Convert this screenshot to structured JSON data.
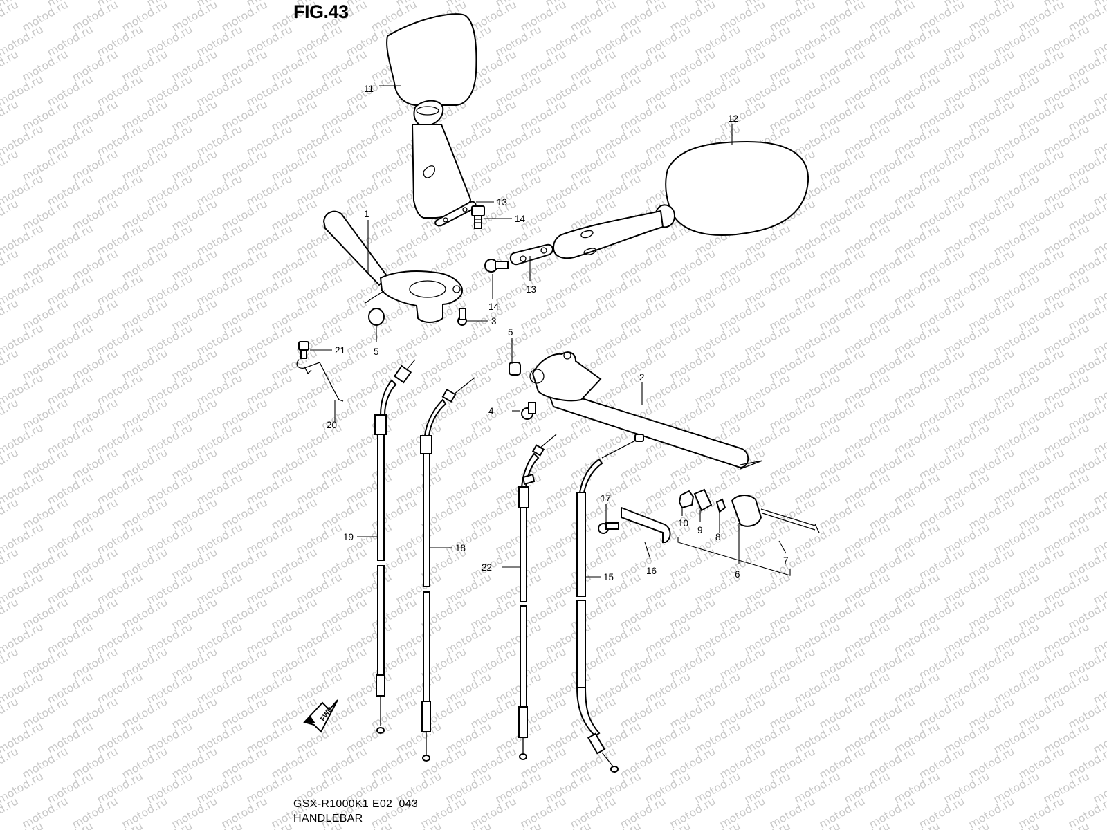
{
  "figure": {
    "title": "FIG.43"
  },
  "footer": {
    "model_code": "GSX-R1000K1 E02_043",
    "section_name": "HANDLEBAR"
  },
  "watermark": {
    "text": "motod.ru",
    "color": "#c8c8c8"
  },
  "fwd_badge": {
    "text": "FWD"
  },
  "callouts": [
    "1",
    "2",
    "3",
    "4",
    "5",
    "5",
    "6",
    "7",
    "8",
    "9",
    "10",
    "11",
    "12",
    "13",
    "13",
    "14",
    "14",
    "15",
    "16",
    "17",
    "18",
    "19",
    "20",
    "21",
    "22"
  ]
}
